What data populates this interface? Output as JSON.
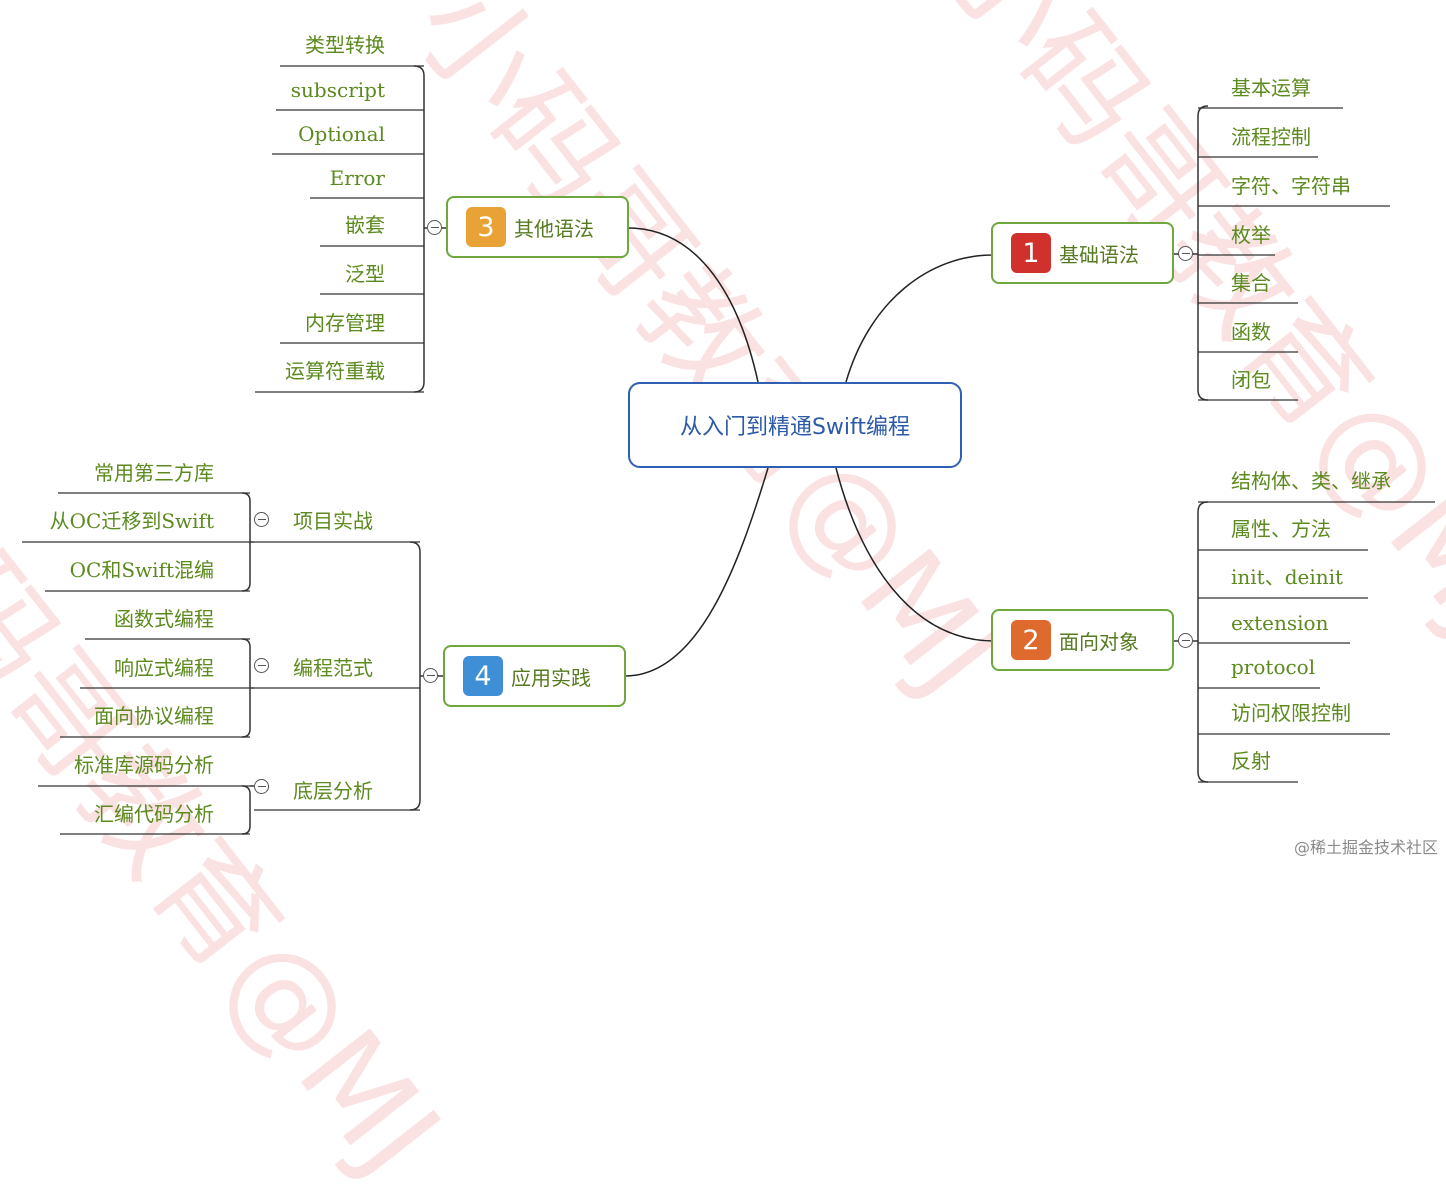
{
  "central": "从入门到精通Swift编程",
  "branches": {
    "b1": {
      "number": "1",
      "label": "基础语法",
      "color": "#d0312d",
      "items": [
        "基本运算",
        "流程控制",
        "字符、字符串",
        "枚举",
        "集合",
        "函数",
        "闭包"
      ]
    },
    "b2": {
      "number": "2",
      "label": "面向对象",
      "color": "#de6a2e",
      "items": [
        "结构体、类、继承",
        "属性、方法",
        "init、deinit",
        "extension",
        "protocol",
        "访问权限控制",
        "反射"
      ]
    },
    "b3": {
      "number": "3",
      "label": "其他语法",
      "color": "#e8a235",
      "items": [
        "类型转换",
        "subscript",
        "Optional",
        "Error",
        "嵌套",
        "泛型",
        "内存管理",
        "运算符重载"
      ]
    },
    "b4": {
      "number": "4",
      "label": "应用实践",
      "color": "#3f8fd6",
      "groups": [
        {
          "label": "项目实战",
          "items": [
            "常用第三方库",
            "从OC迁移到Swift",
            "OC和Swift混编"
          ]
        },
        {
          "label": "编程范式",
          "items": [
            "函数式编程",
            "响应式编程",
            "面向协议编程"
          ]
        },
        {
          "label": "底层分析",
          "items": [
            "标准库源码分析",
            "汇编代码分析"
          ]
        }
      ]
    }
  },
  "watermark": "小码哥教育@MJ",
  "credit": "@稀土掘金技术社区"
}
